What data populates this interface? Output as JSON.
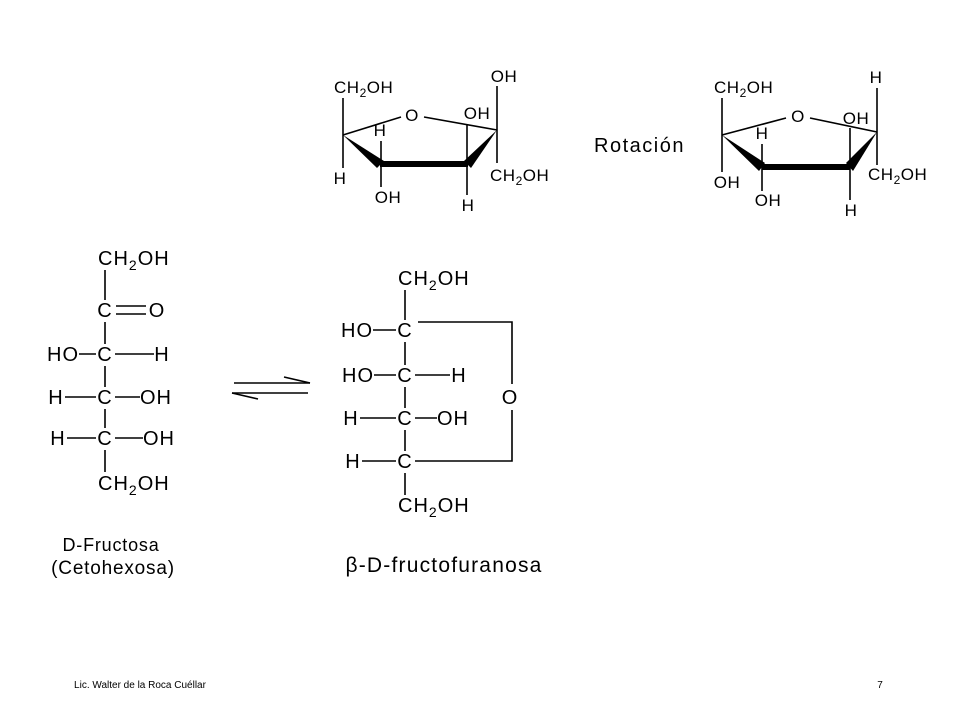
{
  "haworth_left": {
    "ring_o": "O",
    "left_up": {
      "a": "CH",
      "sub": "2",
      "b": "OH"
    },
    "left_down": "H",
    "fl_up": "H",
    "fl_down": "OH",
    "fr_up": "OH",
    "fr_down": "H",
    "right_up": "OH",
    "right_down": {
      "a": "CH",
      "sub": "2",
      "b": "OH"
    }
  },
  "rotation_label": "Rotación",
  "haworth_right": {
    "ring_o": "O",
    "left_up": {
      "a": "CH",
      "sub": "2",
      "b": "OH"
    },
    "left_down": "OH",
    "fl_up": "H",
    "fl_down": "OH",
    "fr_up": "OH",
    "fr_down": "H",
    "right_up": "H",
    "right_down": {
      "a": "CH",
      "sub": "2",
      "b": "OH"
    }
  },
  "fischer_open": {
    "top": {
      "a": "CH",
      "sub": "2",
      "b": "OH"
    },
    "c2": {
      "center": "C",
      "right": "O"
    },
    "c3": {
      "left": "HO",
      "center": "C",
      "right": "H"
    },
    "c4": {
      "left": "H",
      "center": "C",
      "right": "OH"
    },
    "c5": {
      "left": "H",
      "center": "C",
      "right": "OH"
    },
    "bottom": {
      "a": "CH",
      "sub": "2",
      "b": "OH"
    },
    "name": "D-Fructosa",
    "classification": "(Cetohexosa)"
  },
  "equilibrium_icon": "equilibrium-arrows-icon",
  "fischer_cyclic": {
    "top": {
      "a": "CH",
      "sub": "2",
      "b": "OH"
    },
    "c2": {
      "left": "HO",
      "center": "C"
    },
    "c3": {
      "left": "HO",
      "center": "C",
      "right": "H"
    },
    "c4": {
      "left": "H",
      "center": "C",
      "right": "OH"
    },
    "c5": {
      "left": "H",
      "center": "C"
    },
    "ring_o": "O",
    "bottom": {
      "a": "CH",
      "sub": "2",
      "b": "OH"
    },
    "name": "β-D-fructofuranosa"
  },
  "footer": {
    "author": "Lic. Walter de la Roca Cuéllar",
    "page": "7"
  },
  "colors": {
    "text": "#000000",
    "highlight": "#0000ff",
    "footer": "#8c8c8c",
    "background": "#ffffff"
  }
}
